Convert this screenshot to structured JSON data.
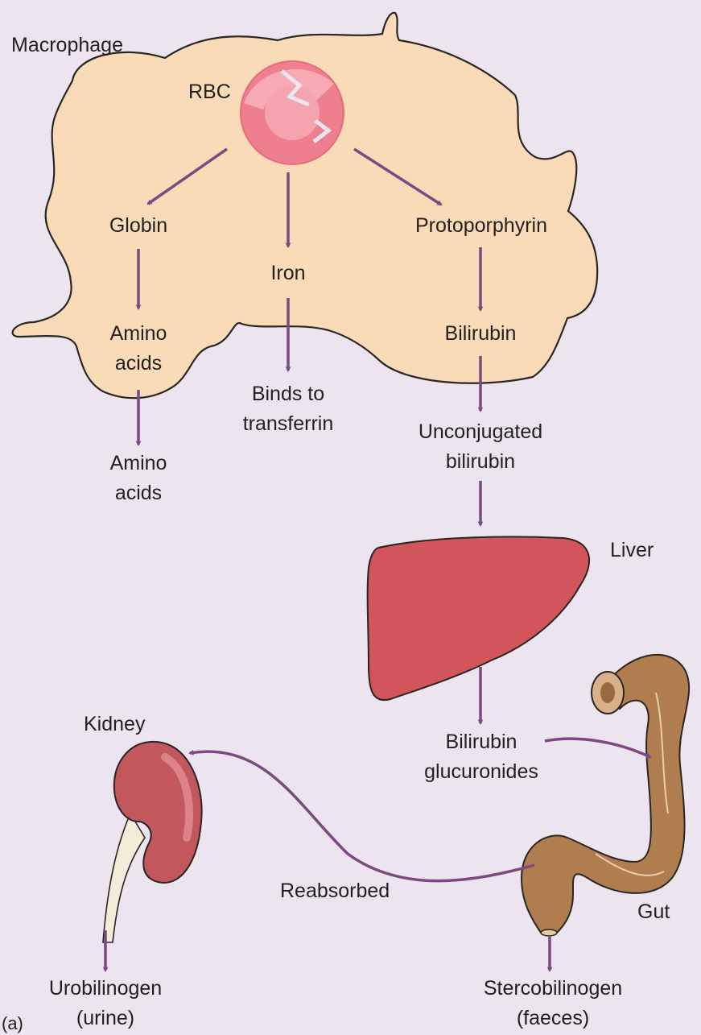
{
  "labels": {
    "macrophage": "Macrophage",
    "rbc": "RBC",
    "globin": "Globin",
    "iron": "Iron",
    "protoporphyrin": "Protoporphyrin",
    "amino_acids_1": [
      "Amino",
      "acids"
    ],
    "bilirubin": "Bilirubin",
    "binds_to_transferrin": [
      "Binds to",
      "transferrin"
    ],
    "amino_acids_2": [
      "Amino",
      "acids"
    ],
    "unconjugated_bilirubin": [
      "Unconjugated",
      "bilirubin"
    ],
    "liver": "Liver",
    "kidney": "Kidney",
    "bilirubin_glucuronides": [
      "Bilirubin",
      "glucuronides"
    ],
    "reabsorbed": "Reabsorbed",
    "gut": "Gut",
    "urobilinogen": [
      "Urobilinogen",
      "(urine)"
    ],
    "stercobilinogen": [
      "Stercobilinogen",
      "(faeces)"
    ],
    "panel": "(a)"
  },
  "colors": {
    "background": "#ece4ee",
    "macrophage": "#f9dcb7",
    "arrow": "#7a4a80",
    "rbc": "#ee7f8e",
    "liver": "#d1555a",
    "kidney": "#c2575e",
    "gut": "#b07d4f"
  },
  "icons": {
    "rbc": "red-blood-cell-icon",
    "liver": "liver-icon",
    "kidney": "kidney-icon",
    "gut": "gut-icon"
  }
}
